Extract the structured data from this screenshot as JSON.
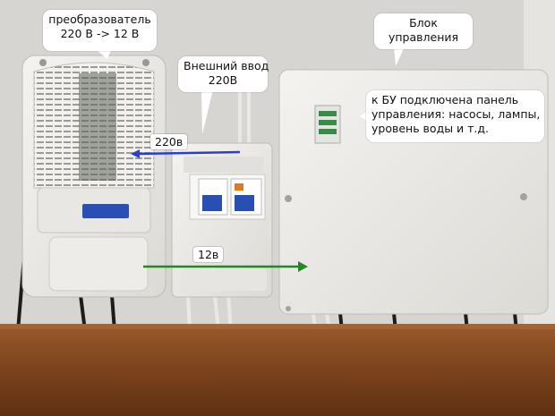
{
  "callouts": {
    "converter": {
      "line1": "преобразователь",
      "line2": "220 В -> 12 В"
    },
    "input": {
      "line1": "Внешний ввод",
      "line2": "220В"
    },
    "control_unit": {
      "line1": "Блок",
      "line2": "управления"
    },
    "panel_note": {
      "line1": "к БУ подключена панель",
      "line2": "управления: насосы, лампы,",
      "line3": "уровень воды и т.д."
    }
  },
  "wire_labels": {
    "mains": "220в",
    "low_voltage": "12в"
  },
  "colors": {
    "mains_arrow": "#2a3fcf",
    "low_voltage_arrow": "#1f8a1f",
    "callout_bg": "#ffffff"
  }
}
